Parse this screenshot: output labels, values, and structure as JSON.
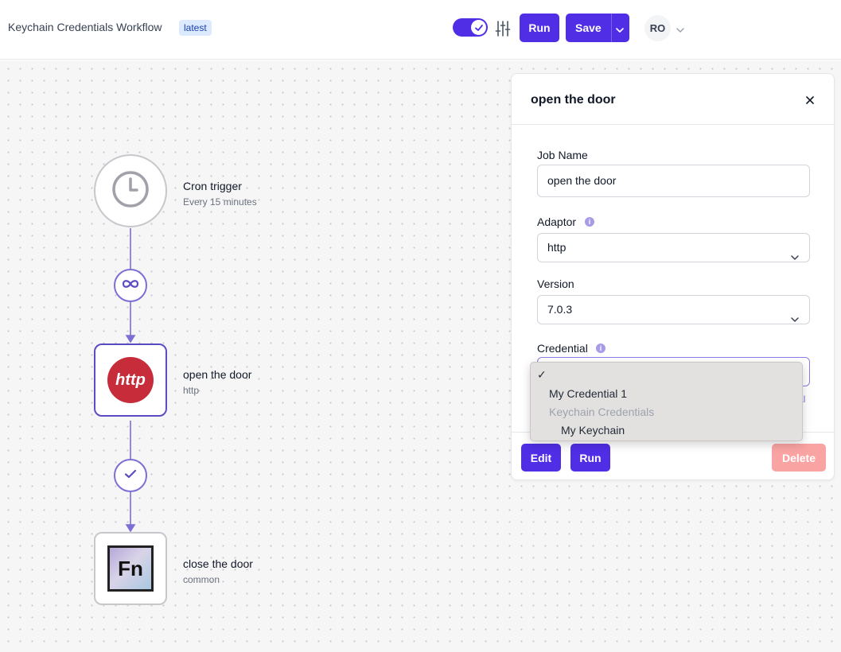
{
  "header": {
    "workflow_title": "Keychain Credentials Workflow",
    "version_badge": "latest",
    "run_label": "Run",
    "save_label": "Save",
    "user_initials": "RO",
    "toggle_enabled": true
  },
  "nodes": [
    {
      "name": "Cron trigger",
      "subtitle": "Every 15 minutes",
      "icon": "clock-icon"
    },
    {
      "name": "open the door",
      "subtitle": "http",
      "icon": "http-logo",
      "logo_text": "http",
      "selected": true
    },
    {
      "name": "close the door",
      "subtitle": "common",
      "icon": "fn-logo",
      "logo_text": "Fn"
    }
  ],
  "edges": [
    {
      "icon": "infinity-icon"
    },
    {
      "icon": "check-icon"
    }
  ],
  "panel": {
    "title": "open the door",
    "job_name_label": "Job Name",
    "job_name_value": "open the door",
    "adaptor_label": "Adaptor",
    "adaptor_value": "http",
    "version_label": "Version",
    "version_value": "7.0.3",
    "credential_label": "Credential",
    "credential_link_fragment": "al",
    "edit_label": "Edit",
    "run_label": "Run",
    "delete_label": "Delete"
  },
  "credential_dropdown": {
    "checkmark": "✓",
    "options": [
      "My Credential 1"
    ],
    "group_label": "Keychain Credentials",
    "group_options": [
      "My Keychain"
    ]
  },
  "colors": {
    "primary": "#4f2ee6",
    "accent": "#7c6fd4",
    "danger_disabled": "#f9a3a3",
    "http_logo": "#c72c3b"
  }
}
